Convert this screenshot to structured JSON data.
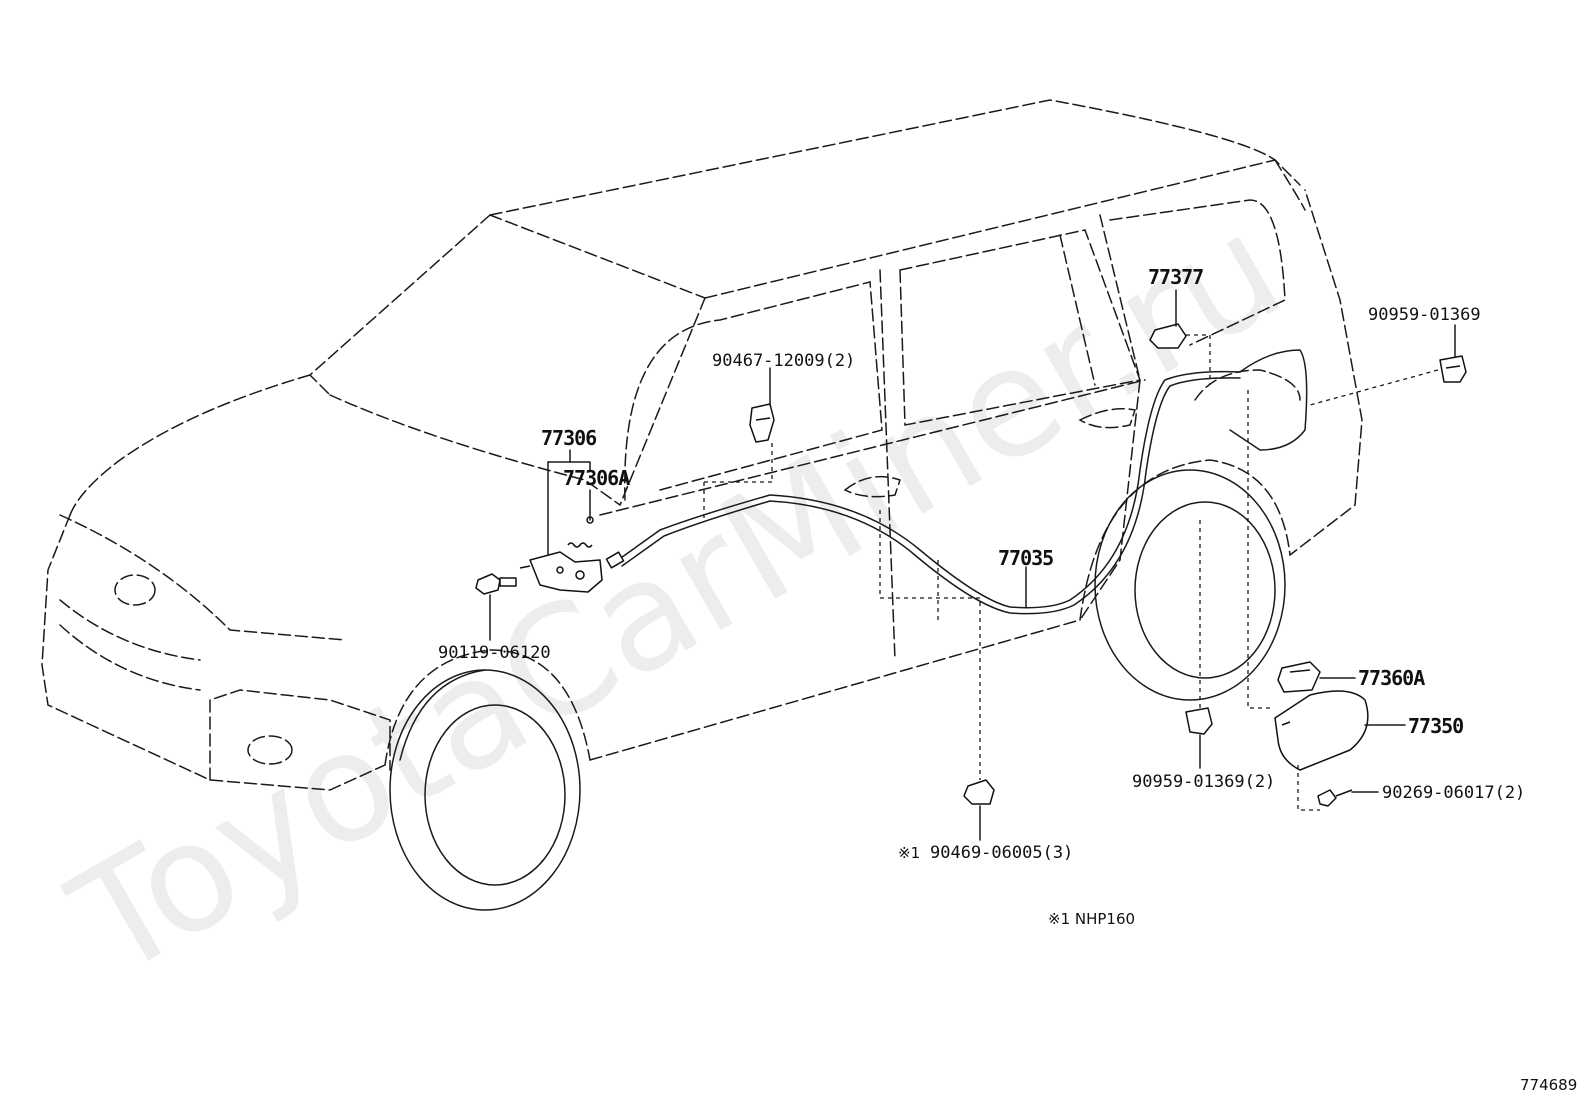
{
  "watermark": "ToyotaCarMiner.ru",
  "callouts": {
    "p77306": "77306",
    "p77306A": "77306A",
    "p90119": "90119-06120",
    "p90467": "90467-12009(2)",
    "p77035": "77035",
    "p77377": "77377",
    "p90959_top": "90959-01369",
    "p90959_bottom": "90959-01369(2)",
    "p77360A": "77360A",
    "p77350": "77350",
    "p90269": "90269-06017(2)",
    "p90469": "90469-06005(3)",
    "p90469_mark": "※1"
  },
  "footnote": "※1 NHP160",
  "diagram_id": "774689"
}
